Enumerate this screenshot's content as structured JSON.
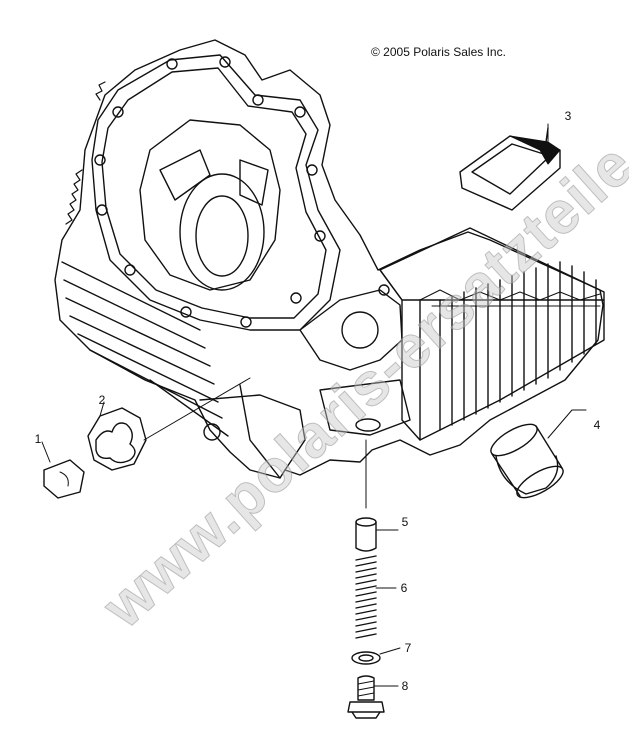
{
  "copyright": "© 2005 Polaris Sales Inc.",
  "watermark": "www.polaris-ersatzteile.de",
  "callouts": [
    "1",
    "2",
    "3",
    "4",
    "5",
    "6",
    "7",
    "8"
  ],
  "colors": {
    "line": "#111111",
    "watermark": "#c8c8c8"
  }
}
